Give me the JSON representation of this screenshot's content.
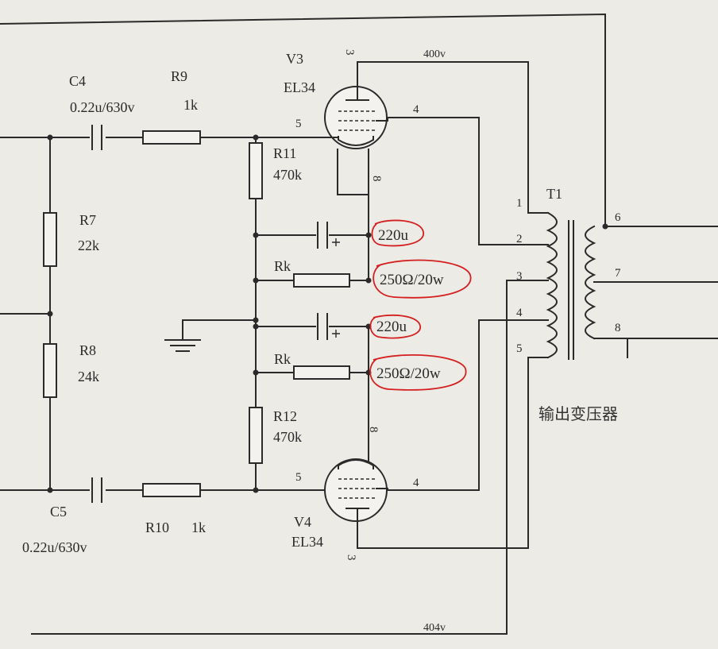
{
  "tubes": {
    "v3": {
      "ref": "V3",
      "type": "EL34",
      "plate_pin": "3",
      "grid_pin": "5",
      "screen_pin": "4",
      "cathode_pin": "8"
    },
    "v4": {
      "ref": "V4",
      "type": "EL34",
      "plate_pin": "3",
      "grid_pin": "5",
      "screen_pin": "4",
      "cathode_pin": "8"
    }
  },
  "capacitors": {
    "c4": {
      "ref": "C4",
      "value": "0.22u/630v"
    },
    "c5": {
      "ref": "C5",
      "value": "0.22u/630v"
    },
    "ck_top": {
      "value": "220u",
      "polarity": "+"
    },
    "ck_bottom": {
      "value": "220u",
      "polarity": "+"
    }
  },
  "resistors": {
    "r9": {
      "ref": "R9",
      "value": "1k"
    },
    "r10": {
      "ref": "R10",
      "value": "1k"
    },
    "r7": {
      "ref": "R7",
      "value": "22k"
    },
    "r8": {
      "ref": "R8",
      "value": "24k"
    },
    "r11": {
      "ref": "R11",
      "value": "470k"
    },
    "r12": {
      "ref": "R12",
      "value": "470k"
    },
    "rk_top": {
      "ref": "Rk",
      "value": "250Ω/20w"
    },
    "rk_bottom": {
      "ref": "Rk",
      "value": "250Ω/20w"
    }
  },
  "transformer": {
    "ref": "T1",
    "name": "输出变压器",
    "primary_pins": [
      "1",
      "2",
      "3",
      "4",
      "5"
    ],
    "secondary_pins": [
      "6",
      "7",
      "8"
    ]
  },
  "rails": {
    "top": "400v",
    "bottom": "404v"
  },
  "highlight_color": "#d42020"
}
